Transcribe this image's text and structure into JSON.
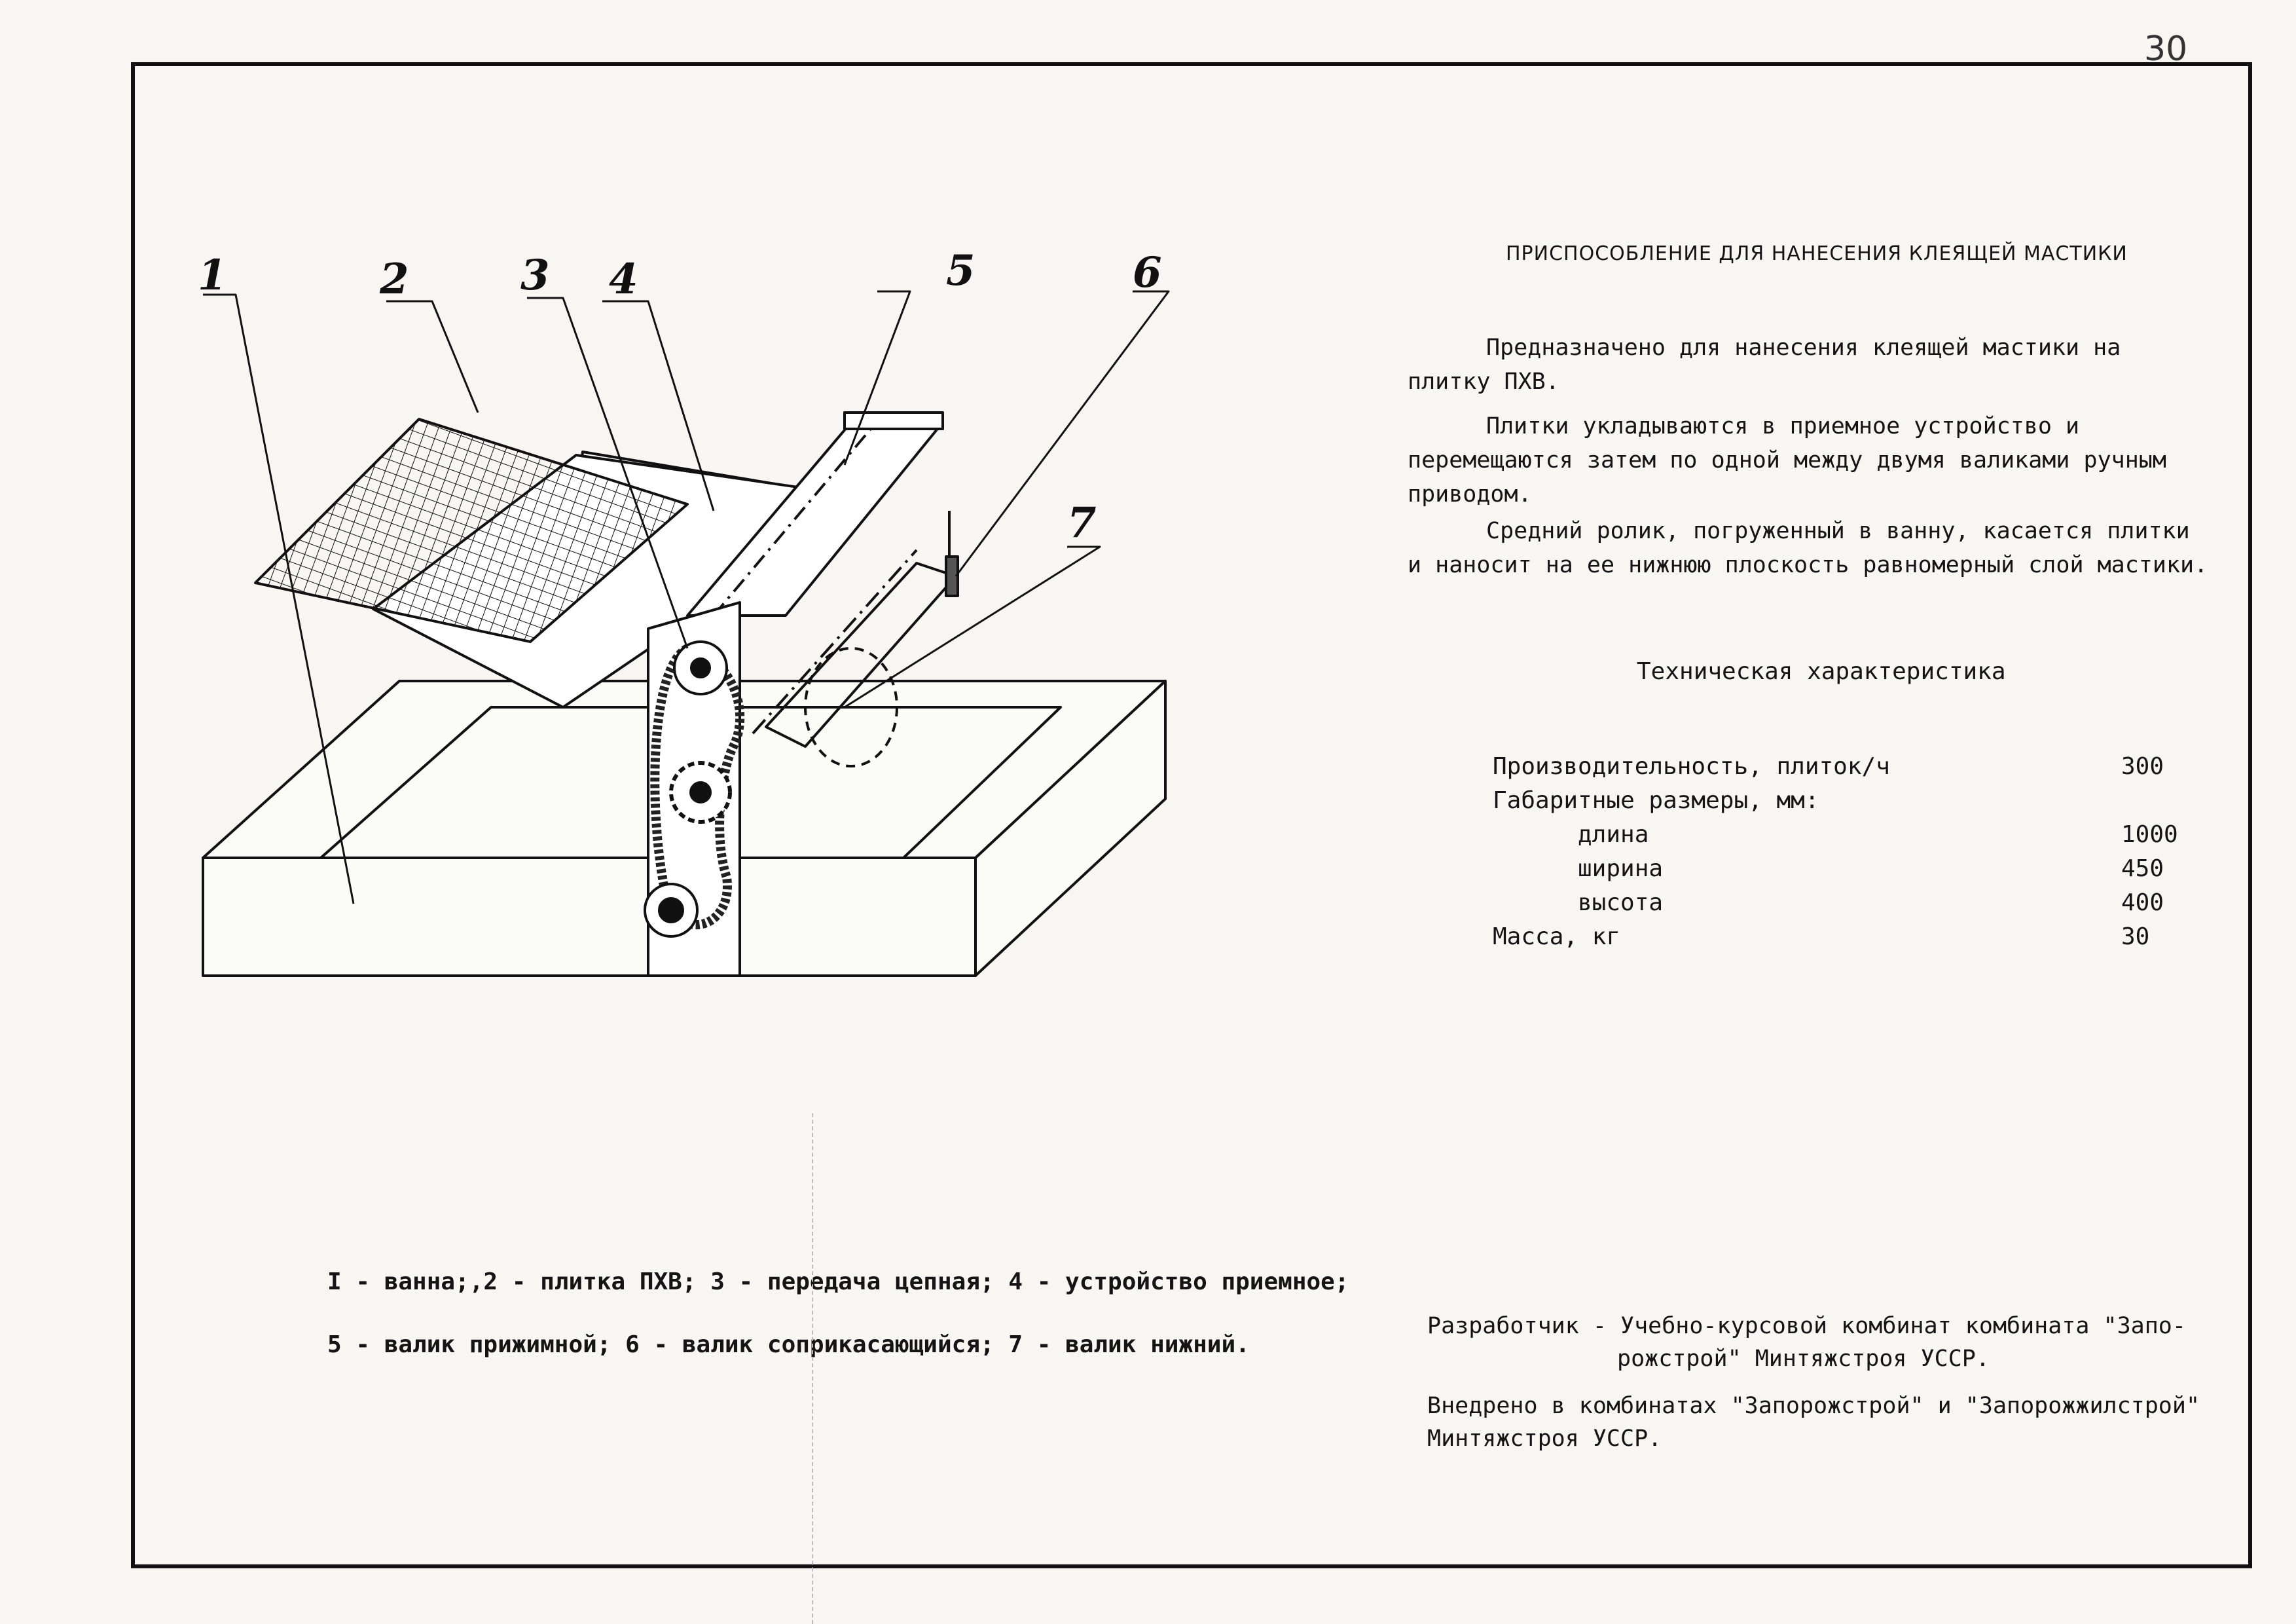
{
  "page_number": "30",
  "title": "ПРИСПОСОБЛЕНИЕ ДЛЯ НАНЕСЕНИЯ КЛЕЯЩЕЙ МАСТИКИ",
  "paragraphs": [
    "Предназначено для нанесения клеящей мастики на плитку ПХВ.",
    "Плитки укладываются в приемное устройство и перемещаются затем по одной между двумя валиками ручным приводом.",
    "Средний ролик, погруженный в ванну, касается плитки и наносит на ее нижнюю плоскость равномерный слой мастики."
  ],
  "specs": {
    "heading": "Техническая характеристика",
    "rows": [
      {
        "label": "Производительность, плиток/ч",
        "value": "300"
      },
      {
        "label": "Габаритные размеры, мм:",
        "value": ""
      },
      {
        "label": "длина",
        "value": "1000",
        "indent": true
      },
      {
        "label": "ширина",
        "value": "450",
        "indent": true
      },
      {
        "label": "высота",
        "value": "400",
        "indent": true
      },
      {
        "label": "Масса, кг",
        "value": "30"
      }
    ]
  },
  "figure_labels": [
    "1",
    "2",
    "3",
    "4",
    "5",
    "6",
    "7"
  ],
  "legend": {
    "line1": "I - ванна;,2 - плитка ПХВ; 3 - передача цепная; 4 - устройство приемное;",
    "line2": "5 - валик прижимной; 6 - валик соприкасающийся; 7 - валик нижний."
  },
  "developer": {
    "line1": "Разработчик - Учебно-курсовой комбинат комбината \"Запо-",
    "line2": "рожстрой\" Минтяжстроя УССР.",
    "line3": "Внедрено в комбинатах \"Запорожстрой\" и \"Запорожжилстрой\"",
    "line4": "Минтяжстроя УССР."
  }
}
